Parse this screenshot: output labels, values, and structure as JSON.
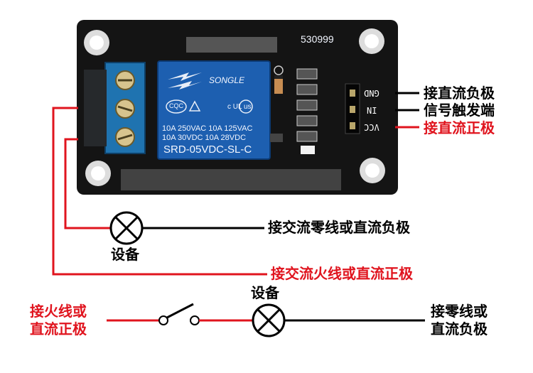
{
  "board": {
    "model_code": "530999",
    "pins": [
      "GND",
      "IN",
      "VCC"
    ]
  },
  "relay": {
    "brand": "SONGLE",
    "rating_line1": "10A 250VAC   10A 125VAC",
    "rating_line2": "10A  30VDC   10A  28VDC",
    "model": "SRD-05VDC-SL-C",
    "cert_logo": "CQC",
    "cert_mark": "c UL us"
  },
  "labels": {
    "gnd_label": "接直流负极",
    "in_label": "信号触发端",
    "vcc_label": "接直流正极",
    "load1_neutral": "接交流零线或直流负极",
    "device1": "设备",
    "load_live": "接交流火线或直流正极",
    "device2": "设备",
    "source_live_line1": "接火线或",
    "source_live_line2": "直流正极",
    "neutral_line1": "接零线或",
    "neutral_line2": "直流负极"
  },
  "colors": {
    "wire_red": "#e0141e",
    "wire_black": "#000000",
    "pcb": "#111111",
    "relay_blue": "#1d5fb0",
    "terminal_blue": "#1f73b0"
  },
  "icons": [
    "lamp-icon",
    "switch-icon",
    "screw-icon",
    "diode-icon",
    "led-icon",
    "header-pin-icon"
  ]
}
